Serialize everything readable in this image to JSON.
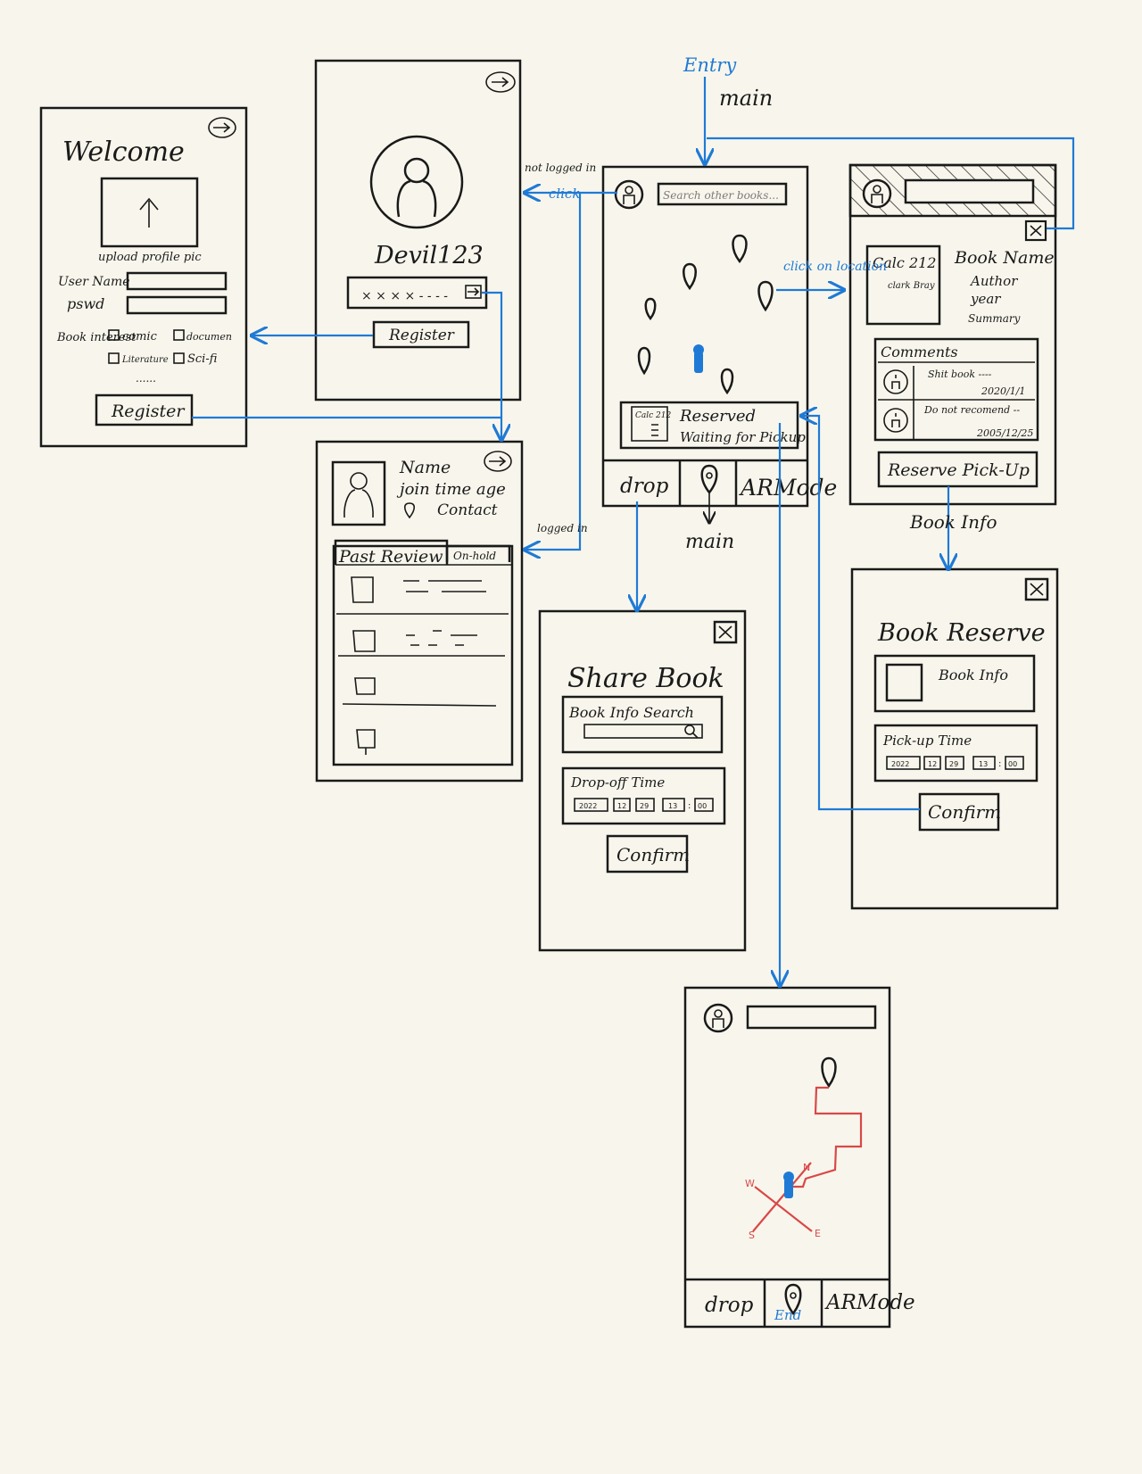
{
  "flow_labels": {
    "entry": "Entry",
    "main_top": "main",
    "not_logged_in": "not logged in",
    "click": "click",
    "logged_in": "logged in",
    "click_on_location": "click on location",
    "main_bottom": "main",
    "book_info": "Book Info",
    "end": "End"
  },
  "welcome": {
    "title": "Welcome",
    "upload_label": "upload profile pic",
    "username_label": "User Name",
    "password_label": "pswd",
    "interest_label": "Book interest",
    "interest_options": [
      "comic",
      "documen",
      "Literature",
      "Sci-fi"
    ],
    "more": "......",
    "register_button": "Register"
  },
  "login": {
    "username": "Devil123",
    "password_mask": "× × × × - - - -",
    "register_button": "Register"
  },
  "main_map": {
    "search_placeholder": "Search other books...",
    "reserved_thumb": "Calc 212",
    "reserved_title": "Reserved",
    "reserved_status": "Waiting for Pickup",
    "tab_drop": "drop",
    "tab_ar": "ARMode"
  },
  "book_detail": {
    "cover_title": "Calc 212",
    "cover_author": "clark Bray",
    "book_name": "Book Name",
    "author": "Author",
    "year": "year",
    "summary": "Summary",
    "comments_title": "Comments",
    "comments": [
      {
        "text": "Shit book ----",
        "date": "2020/1/1"
      },
      {
        "text": "Do not recomend --",
        "date": "2005/12/25"
      }
    ],
    "reserve_button": "Reserve  Pick-Up"
  },
  "profile": {
    "name": "Name",
    "join_time_age": "join time age",
    "contact": "Contact",
    "tab_past": "Past Review",
    "tab_onhold": "On-hold"
  },
  "share_book": {
    "title": "Share Book",
    "search_label": "Book Info Search",
    "dropoff_label": "Drop-off Time",
    "date_cells": [
      "2022",
      "12",
      "29",
      "13",
      "00"
    ],
    "confirm_button": "Confirm"
  },
  "book_reserve": {
    "title": "Book Reserve",
    "info_label": "Book Info",
    "pickup_label": "Pick-up Time",
    "date_cells": [
      "2022",
      "12",
      "29",
      "13",
      "00"
    ],
    "confirm_button": "Confirm"
  },
  "ar_screen": {
    "compass": [
      "N",
      "E",
      "S",
      "W"
    ],
    "tab_drop": "drop",
    "tab_ar": "ARMode"
  },
  "colors": {
    "paper": "#f8f6ec",
    "ink": "#1a1a1a",
    "flow_arrow": "#1f7ad6",
    "ar_path": "#d94848"
  }
}
